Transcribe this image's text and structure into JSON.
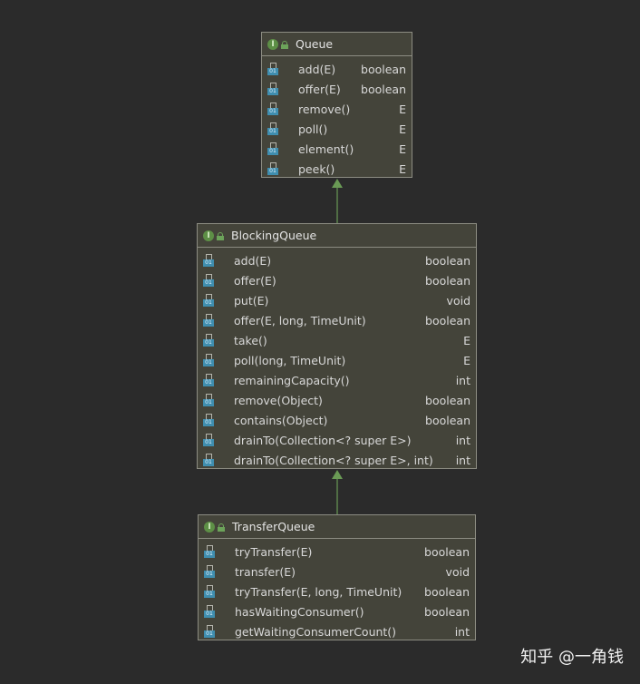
{
  "queue": {
    "title": "Queue",
    "methods": [
      {
        "name": "add(E)",
        "type": "boolean"
      },
      {
        "name": "offer(E)",
        "type": "boolean"
      },
      {
        "name": "remove()",
        "type": "E"
      },
      {
        "name": "poll()",
        "type": "E"
      },
      {
        "name": "element()",
        "type": "E"
      },
      {
        "name": "peek()",
        "type": "E"
      }
    ]
  },
  "blocking_queue": {
    "title": "BlockingQueue",
    "methods": [
      {
        "name": "add(E)",
        "type": "boolean"
      },
      {
        "name": "offer(E)",
        "type": "boolean"
      },
      {
        "name": "put(E)",
        "type": "void"
      },
      {
        "name": "offer(E, long, TimeUnit)",
        "type": "boolean"
      },
      {
        "name": "take()",
        "type": "E"
      },
      {
        "name": "poll(long, TimeUnit)",
        "type": "E"
      },
      {
        "name": "remainingCapacity()",
        "type": "int"
      },
      {
        "name": "remove(Object)",
        "type": "boolean"
      },
      {
        "name": "contains(Object)",
        "type": "boolean"
      },
      {
        "name": "drainTo(Collection<? super E>)",
        "type": "int"
      },
      {
        "name": "drainTo(Collection<? super E>, int)",
        "type": "int"
      }
    ]
  },
  "transfer_queue": {
    "title": "TransferQueue",
    "methods": [
      {
        "name": "tryTransfer(E)",
        "type": "boolean"
      },
      {
        "name": "transfer(E)",
        "type": "void"
      },
      {
        "name": "tryTransfer(E, long, TimeUnit)",
        "type": "boolean"
      },
      {
        "name": "hasWaitingConsumer()",
        "type": "boolean"
      },
      {
        "name": "getWaitingConsumerCount()",
        "type": "int"
      }
    ]
  },
  "interface_badge": "I",
  "colors": {
    "background": "#2b2b2b",
    "box": "#44443a",
    "border": "#8c8c82",
    "arrow": "#6a9a55"
  },
  "watermark": "知乎 @一角钱"
}
